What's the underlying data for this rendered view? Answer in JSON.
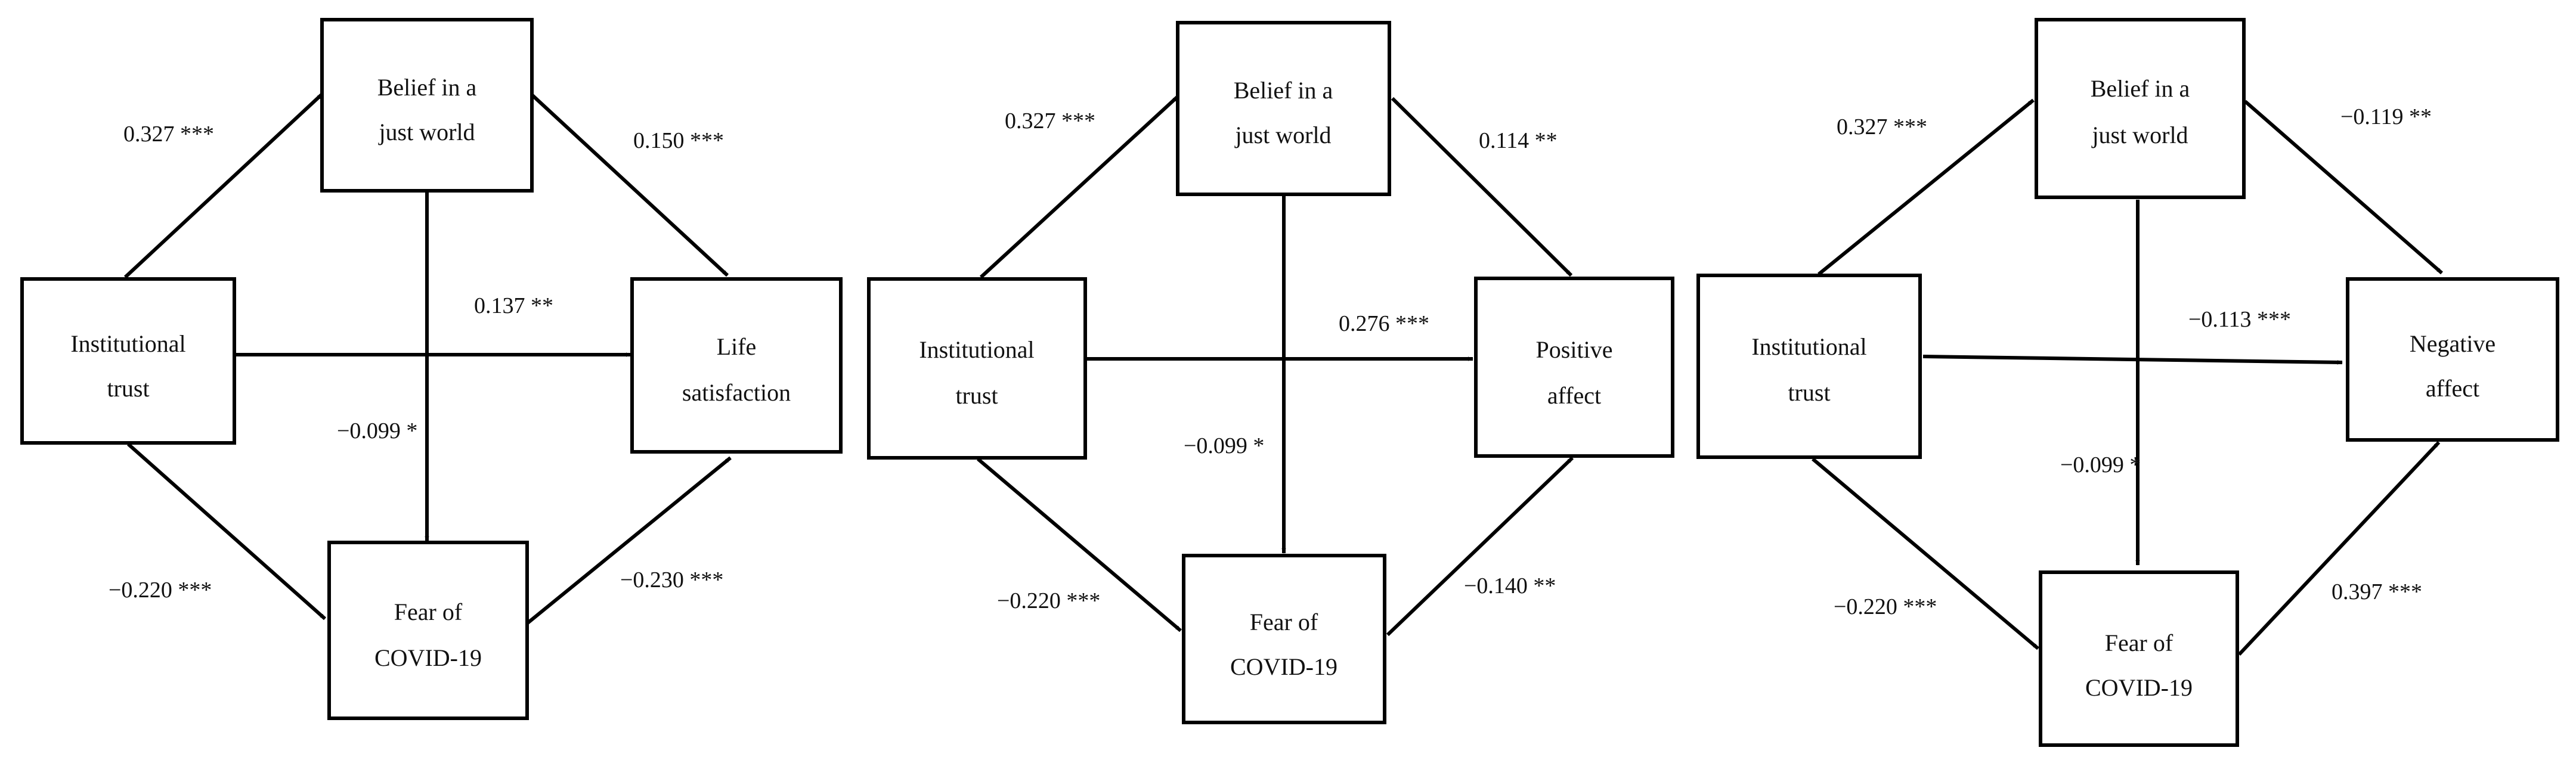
{
  "panels": [
    {
      "id": "life",
      "nodes": {
        "trust": [
          "Institutional",
          "trust"
        ],
        "belief": [
          "Belief in a",
          "just world"
        ],
        "outcome": [
          "Life",
          "satisfaction"
        ],
        "fear": [
          "Fear of",
          "COVID-19"
        ]
      },
      "coefficients": {
        "trust_belief": "0.327 ***",
        "belief_outcome": "0.150 ***",
        "trust_outcome": "0.137 **",
        "belief_fear": "−0.099 *",
        "trust_fear": "−0.220 ***",
        "fear_outcome": "−0.230 ***"
      }
    },
    {
      "id": "positive",
      "nodes": {
        "trust": [
          "Institutional",
          "trust"
        ],
        "belief": [
          "Belief in a",
          "just world"
        ],
        "outcome": [
          "Positive",
          "affect"
        ],
        "fear": [
          "Fear of",
          "COVID-19"
        ]
      },
      "coefficients": {
        "trust_belief": "0.327 ***",
        "belief_outcome": "0.114 **",
        "trust_outcome": "0.276 ***",
        "belief_fear": "−0.099 *",
        "trust_fear": "−0.220 ***",
        "fear_outcome": "−0.140 **"
      }
    },
    {
      "id": "negative",
      "nodes": {
        "trust": [
          "Institutional",
          "trust"
        ],
        "belief": [
          "Belief in a",
          "just world"
        ],
        "outcome": [
          "Negative",
          "affect"
        ],
        "fear": [
          "Fear of",
          "COVID-19"
        ]
      },
      "coefficients": {
        "trust_belief": "0.327 ***",
        "belief_outcome": "−0.119 **",
        "trust_outcome": "−0.113 ***",
        "belief_fear": "−0.099 *",
        "trust_fear": "−0.220 ***",
        "fear_outcome": "0.397 ***"
      }
    }
  ]
}
